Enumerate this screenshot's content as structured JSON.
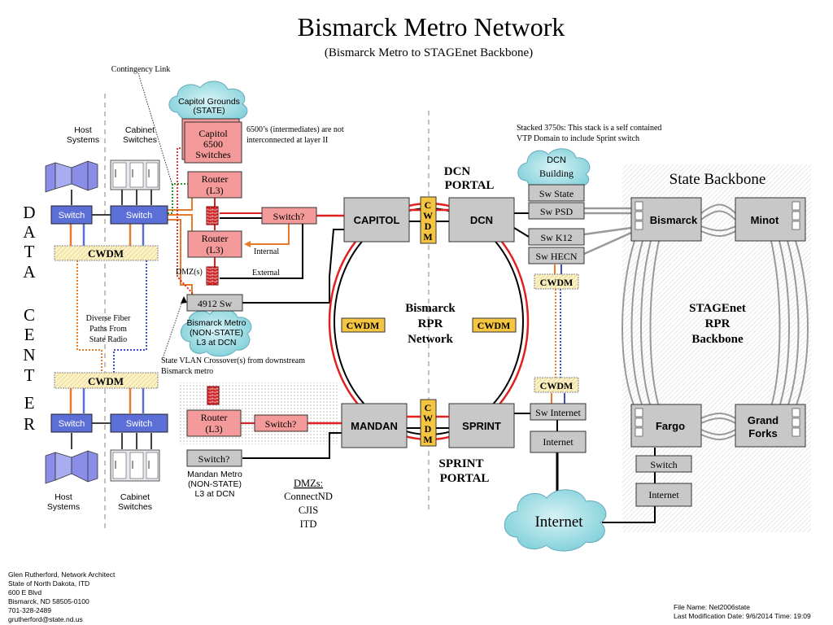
{
  "title": "Bismarck Metro Network",
  "subtitle": "(Bismarck Metro to STAGEnet Backbone)",
  "annotations": {
    "contingency_link": "Contingency Link",
    "intermediates_note_1": "6500’s (intermediates) are not",
    "intermediates_note_2": "interconnected at layer II",
    "stacked_note_1": "Stacked 3750s: This stack is a self contained",
    "stacked_note_2": "VTP Domain to include Sprint switch",
    "internal": "Internal",
    "external": "External",
    "dmzs_short": "DMZ(s)",
    "diverse_1": "Diverse Fiber",
    "diverse_2": "Paths From",
    "diverse_3": "State Radio",
    "state_vlan_1": "State VLAN Crossover(s) from downstream",
    "state_vlan_2": "Bismarck metro",
    "dmzs_title": "DMZs:",
    "dmz_1": "ConnectND",
    "dmz_2": "CJIS",
    "dmz_3": "ITD"
  },
  "data_center": {
    "letters": [
      "D",
      "A",
      "T",
      "A",
      "C",
      "E",
      "N",
      "T",
      "E",
      "R"
    ],
    "host_systems_top_1": "Host",
    "host_systems_top_2": "Systems",
    "cabinet_switches_top_1": "Cabinet",
    "cabinet_switches_top_2": "Switches",
    "host_systems_bottom_1": "Host",
    "host_systems_bottom_2": "Systems",
    "cabinet_switches_bottom_1": "Cabinet",
    "cabinet_switches_bottom_2": "Switches",
    "switch_label": "Switch",
    "cwdm_label": "CWDM"
  },
  "capitol": {
    "cloud_1": "Capitol Grounds",
    "cloud_2": "(STATE)",
    "stack_1": "Capitol",
    "stack_2": "6500",
    "stack_3": "Switches",
    "router_1": "Router",
    "router_2": "(L3)",
    "switch_q": "Switch?",
    "sw4912": "4912 Sw"
  },
  "bismarck_metro_cloud": {
    "line_1": "Bismarck Metro",
    "line_2": "(NON-STATE)",
    "line_3": "L3 at DCN"
  },
  "mandan_metro": {
    "router_1": "Router",
    "router_2": "(L3)",
    "switch_q": "Switch?",
    "switch_q2": "Switch?",
    "label_1": "Mandan Metro",
    "label_2": "(NON-STATE)",
    "label_3": "L3 at DCN"
  },
  "ring": {
    "capitol": "CAPITOL",
    "dcn": "DCN",
    "mandan": "MANDAN",
    "sprint": "SPRINT",
    "cwdm": "CWDM",
    "cwdm_v": [
      "C",
      "W",
      "D",
      "M"
    ],
    "center_1": "Bismarck",
    "center_2": "RPR",
    "center_3": "Network",
    "dcn_portal_1": "DCN",
    "dcn_portal_2": "PORTAL",
    "sprint_portal_1": "SPRINT",
    "sprint_portal_2": "PORTAL"
  },
  "dcn_building": {
    "cloud_1": "DCN",
    "cloud_2": "Building",
    "sw_state": "Sw State",
    "sw_psd": "Sw PSD",
    "sw_k12": "Sw K12",
    "sw_hecn": "Sw HECN",
    "cwdm": "CWDM",
    "cwdm2": "CWDM",
    "sw_internet": "Sw Internet",
    "internet_box": "Internet",
    "internet_cloud": "Internet"
  },
  "state_backbone": {
    "title": "State Backbone",
    "bismarck": "Bismarck",
    "minot": "Minot",
    "fargo": "Fargo",
    "grand_1": "Grand",
    "grand_2": "Forks",
    "center_1": "STAGEnet",
    "center_2": "RPR",
    "center_3": "Backbone",
    "switch": "Switch",
    "internet": "Internet"
  },
  "footer": {
    "author_1": "Glen Rutherford, Network Architect",
    "author_2": "State of North Dakota, ITD",
    "author_3": "600 E Blvd",
    "author_4": "Bismarck, ND 58505-0100",
    "author_5": "701-328-2489",
    "author_6": "grutherford@state.nd.us",
    "file_name": "File Name: Net2006state",
    "last_mod": "Last Modification Date:  9/6/2014   Time: 19:09"
  },
  "colors": {
    "switch_blue": "#5b6fd6",
    "router_pink": "#f59a9a",
    "gray_box": "#c8c8c8",
    "cwdm_yellow": "#f5c542",
    "cloud_teal": "#9fdbe4",
    "ring_red": "#e02020",
    "orange_link": "#e87a2a"
  }
}
